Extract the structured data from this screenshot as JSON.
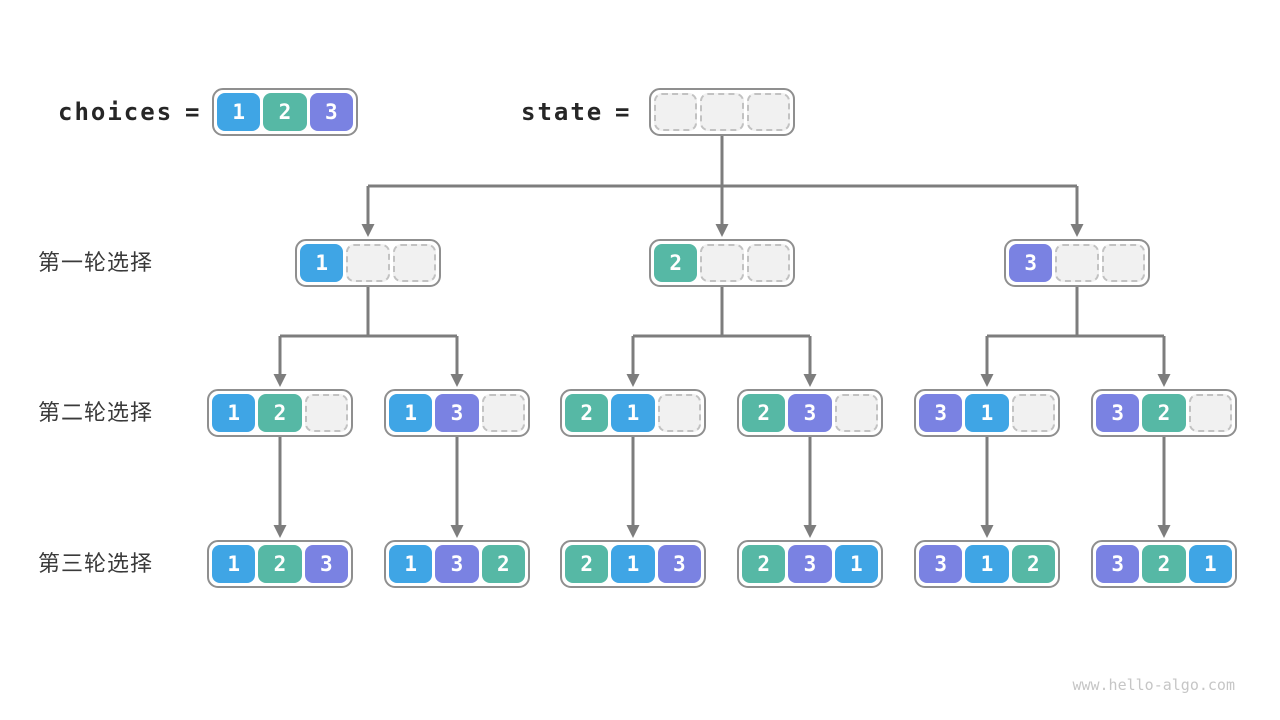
{
  "diagram": {
    "title_row": {
      "choices_label": "choices",
      "equals_sign": "=",
      "choices_values": [
        "1",
        "2",
        "3"
      ],
      "state_label": "state",
      "state_values": [
        "",
        "",
        ""
      ]
    },
    "rounds": [
      {
        "label": "第一轮选择",
        "nodes": [
          [
            "1",
            "",
            ""
          ],
          [
            "2",
            "",
            ""
          ],
          [
            "3",
            "",
            ""
          ]
        ]
      },
      {
        "label": "第二轮选择",
        "nodes": [
          [
            "1",
            "2",
            ""
          ],
          [
            "1",
            "3",
            ""
          ],
          [
            "2",
            "1",
            ""
          ],
          [
            "2",
            "3",
            ""
          ],
          [
            "3",
            "1",
            ""
          ],
          [
            "3",
            "2",
            ""
          ]
        ]
      },
      {
        "label": "第三轮选择",
        "nodes": [
          [
            "1",
            "2",
            "3"
          ],
          [
            "1",
            "3",
            "2"
          ],
          [
            "2",
            "1",
            "3"
          ],
          [
            "2",
            "3",
            "1"
          ],
          [
            "3",
            "1",
            "2"
          ],
          [
            "3",
            "2",
            "1"
          ]
        ]
      }
    ],
    "watermark": "www.hello-algo.com"
  },
  "palette": {
    "value_colors": {
      "1": "#3FA5E5",
      "2": "#56B8A5",
      "3": "#7A82E2"
    },
    "empty_cell_fill": "#F1F1F1",
    "empty_cell_border": "#C2C2C2",
    "node_border": "#8F8F8F",
    "arrow_color": "#7D7D7D",
    "label_color": "#3A3A3A",
    "code_text_color": "#262626",
    "watermark_color": "#C6C6C6"
  }
}
